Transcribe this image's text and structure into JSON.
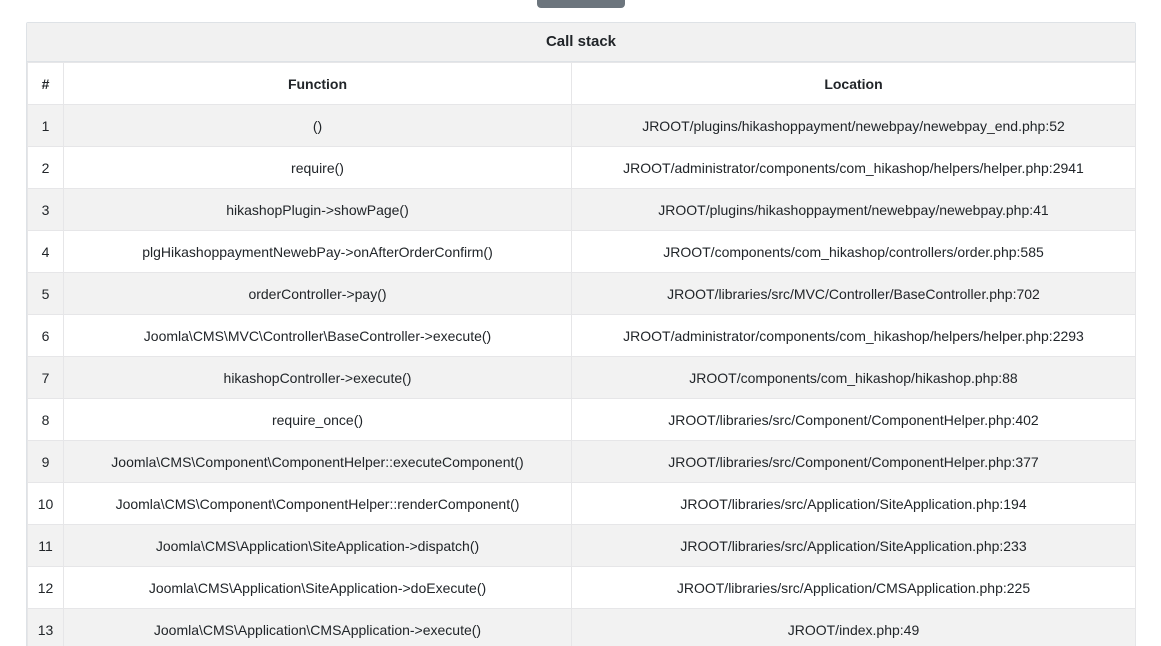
{
  "top_badge": {
    "name": "status-pill",
    "color": "#6c757d",
    "label": ""
  },
  "panel": {
    "title": "Call stack",
    "border_color": "#dee2e6",
    "title_bg": "#f1f1f1",
    "stripe_bg": "#f2f2f2"
  },
  "table": {
    "columns": [
      "#",
      "Function",
      "Location"
    ],
    "rows": [
      {
        "num": "1",
        "function": "()",
        "location": "JROOT/plugins/hikashoppayment/newebpay/newebpay_end.php:52"
      },
      {
        "num": "2",
        "function": "require()",
        "location": "JROOT/administrator/components/com_hikashop/helpers/helper.php:2941"
      },
      {
        "num": "3",
        "function": "hikashopPlugin->showPage()",
        "location": "JROOT/plugins/hikashoppayment/newebpay/newebpay.php:41"
      },
      {
        "num": "4",
        "function": "plgHikashoppaymentNewebPay->onAfterOrderConfirm()",
        "location": "JROOT/components/com_hikashop/controllers/order.php:585"
      },
      {
        "num": "5",
        "function": "orderController->pay()",
        "location": "JROOT/libraries/src/MVC/Controller/BaseController.php:702"
      },
      {
        "num": "6",
        "function": "Joomla\\CMS\\MVC\\Controller\\BaseController->execute()",
        "location": "JROOT/administrator/components/com_hikashop/helpers/helper.php:2293"
      },
      {
        "num": "7",
        "function": "hikashopController->execute()",
        "location": "JROOT/components/com_hikashop/hikashop.php:88"
      },
      {
        "num": "8",
        "function": "require_once()",
        "location": "JROOT/libraries/src/Component/ComponentHelper.php:402"
      },
      {
        "num": "9",
        "function": "Joomla\\CMS\\Component\\ComponentHelper::executeComponent()",
        "location": "JROOT/libraries/src/Component/ComponentHelper.php:377"
      },
      {
        "num": "10",
        "function": "Joomla\\CMS\\Component\\ComponentHelper::renderComponent()",
        "location": "JROOT/libraries/src/Application/SiteApplication.php:194"
      },
      {
        "num": "11",
        "function": "Joomla\\CMS\\Application\\SiteApplication->dispatch()",
        "location": "JROOT/libraries/src/Application/SiteApplication.php:233"
      },
      {
        "num": "12",
        "function": "Joomla\\CMS\\Application\\SiteApplication->doExecute()",
        "location": "JROOT/libraries/src/Application/CMSApplication.php:225"
      },
      {
        "num": "13",
        "function": "Joomla\\CMS\\Application\\CMSApplication->execute()",
        "location": "JROOT/index.php:49"
      }
    ]
  }
}
